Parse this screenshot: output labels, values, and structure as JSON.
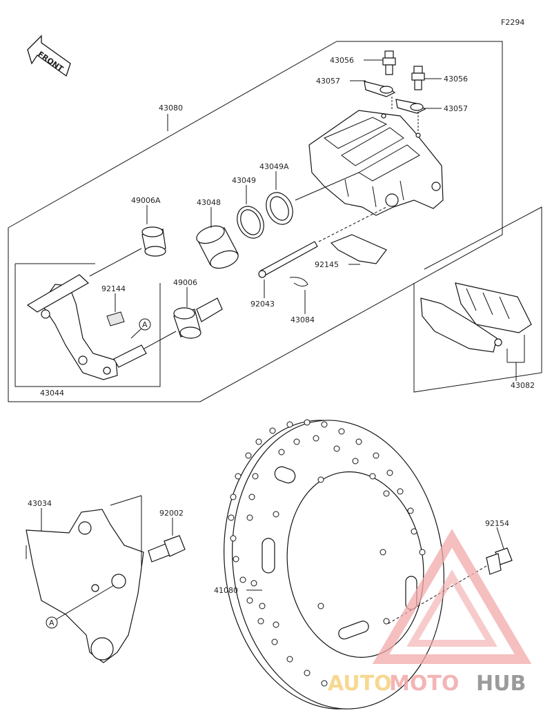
{
  "diagram": {
    "code": "F2294",
    "front_label": "FRONT",
    "callouts": [
      {
        "id": "43080",
        "text": "43080"
      },
      {
        "id": "43056a",
        "text": "43056"
      },
      {
        "id": "43056b",
        "text": "43056"
      },
      {
        "id": "43057a",
        "text": "43057"
      },
      {
        "id": "43057b",
        "text": "43057"
      },
      {
        "id": "43049A",
        "text": "43049A"
      },
      {
        "id": "43049",
        "text": "43049"
      },
      {
        "id": "43048",
        "text": "43048"
      },
      {
        "id": "49006A",
        "text": "49006A"
      },
      {
        "id": "92144",
        "text": "92144"
      },
      {
        "id": "49006",
        "text": "49006"
      },
      {
        "id": "92145",
        "text": "92145"
      },
      {
        "id": "92043",
        "text": "92043"
      },
      {
        "id": "43084",
        "text": "43084"
      },
      {
        "id": "43044",
        "text": "43044"
      },
      {
        "id": "43082",
        "text": "43082"
      },
      {
        "id": "43034",
        "text": "43034"
      },
      {
        "id": "92002",
        "text": "92002"
      },
      {
        "id": "92154",
        "text": "92154"
      },
      {
        "id": "41080",
        "text": "41080"
      }
    ],
    "ref_markers": [
      "A",
      "A"
    ]
  },
  "watermark": {
    "part1": "AUTO",
    "part2": "MOTO",
    "part3": "HUB",
    "color_primary": "#f2a9a9",
    "color_secondary": "#f6d27e",
    "color_dark": "#8a8a8a"
  }
}
